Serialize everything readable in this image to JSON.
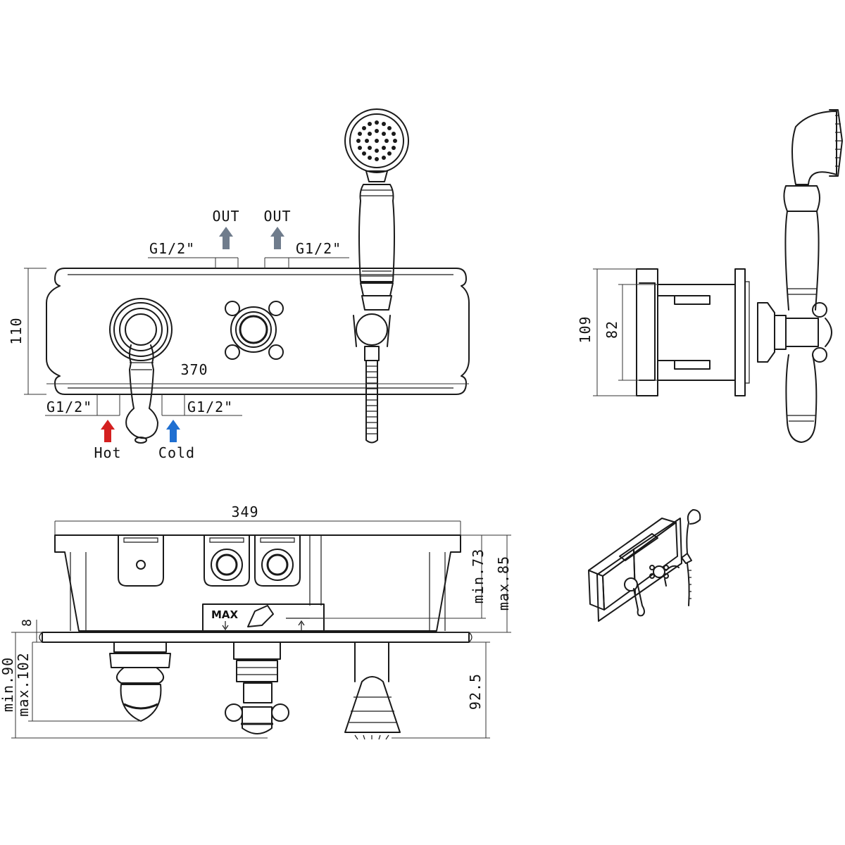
{
  "front_view": {
    "width": "370",
    "height": "110",
    "thread_top_left": "G1/2\"",
    "thread_top_right": "G1/2\"",
    "out_left": "OUT",
    "out_right": "OUT",
    "thread_bottom_left": "G1/2\"",
    "thread_bottom_right": "G1/2\"",
    "hot": "Hot",
    "cold": "Cold"
  },
  "side_view": {
    "overall": "109",
    "body": "82"
  },
  "top_view": {
    "width": "349",
    "min_depth": "min.73",
    "max_depth": "max.85",
    "plate": "8",
    "min_out": "min.90",
    "max_out": "max.102",
    "handle": "92.5",
    "max_mark": "MAX"
  },
  "colors": {
    "hot_arrow": "#d42020",
    "cold_arrow": "#1f6fd1",
    "out_arrow": "#6f7c8c"
  }
}
